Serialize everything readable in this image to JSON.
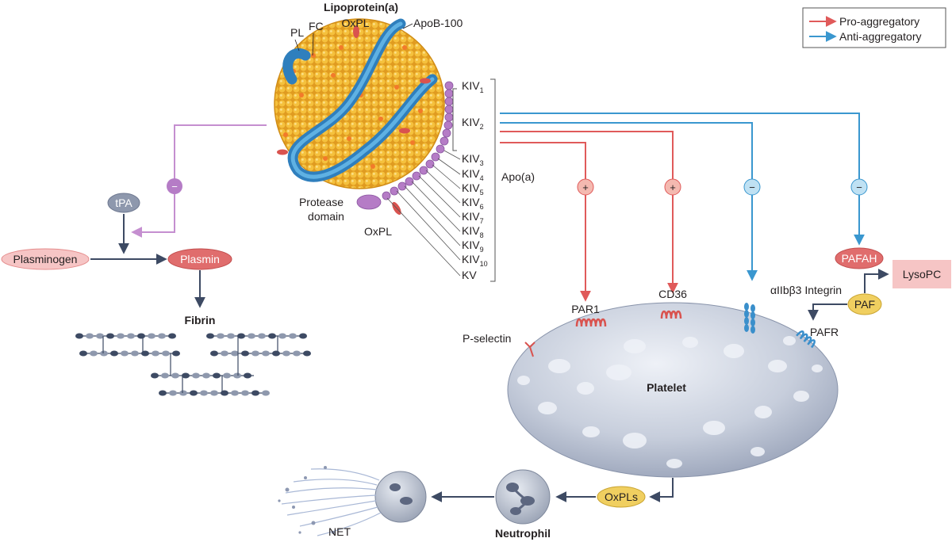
{
  "legend": {
    "pro": {
      "label": "Pro-aggregatory",
      "color": "#e05a5a"
    },
    "anti": {
      "label": "Anti-aggregatory",
      "color": "#3a97cf"
    }
  },
  "lipoprotein": {
    "title": "Lipoprotein(a)",
    "pl": "PL",
    "fc": "FC",
    "oxpl_top": "OxPL",
    "apob": "ApoB-100",
    "protease": [
      "Protease",
      "domain"
    ],
    "oxpl_bottom": "OxPL",
    "apoa": "Apo(a)",
    "kiv_label": "KIV",
    "kringles": [
      "1",
      "2",
      "3",
      "4",
      "5",
      "6",
      "7",
      "8",
      "9",
      "10"
    ],
    "kv": "KV"
  },
  "signs": {
    "minus": "−",
    "plus": "+"
  },
  "fibrinolysis": {
    "tpa": "tPA",
    "plasminogen": "Plasminogen",
    "plasmin": "Plasmin",
    "fibrin": "Fibrin"
  },
  "platelet": {
    "title": "Platelet",
    "par1": "PAR1",
    "cd36": "CD36",
    "integrin": "αIIbβ3 Integrin",
    "pselectin": "P-selectin",
    "pafr": "PAFR",
    "pafah": "PAFAH",
    "paf": "PAF",
    "lysopc": "LysoPC"
  },
  "bottom": {
    "oxpls": "OxPLs",
    "neutrophil": "Neutrophil",
    "net": "NET"
  },
  "colors": {
    "purple": "#c58fd0",
    "arrow_dark": "#3d4a63",
    "particle": "#f0b42f",
    "apob": "#3a8fcb",
    "platelet": "#c9cfdc"
  }
}
